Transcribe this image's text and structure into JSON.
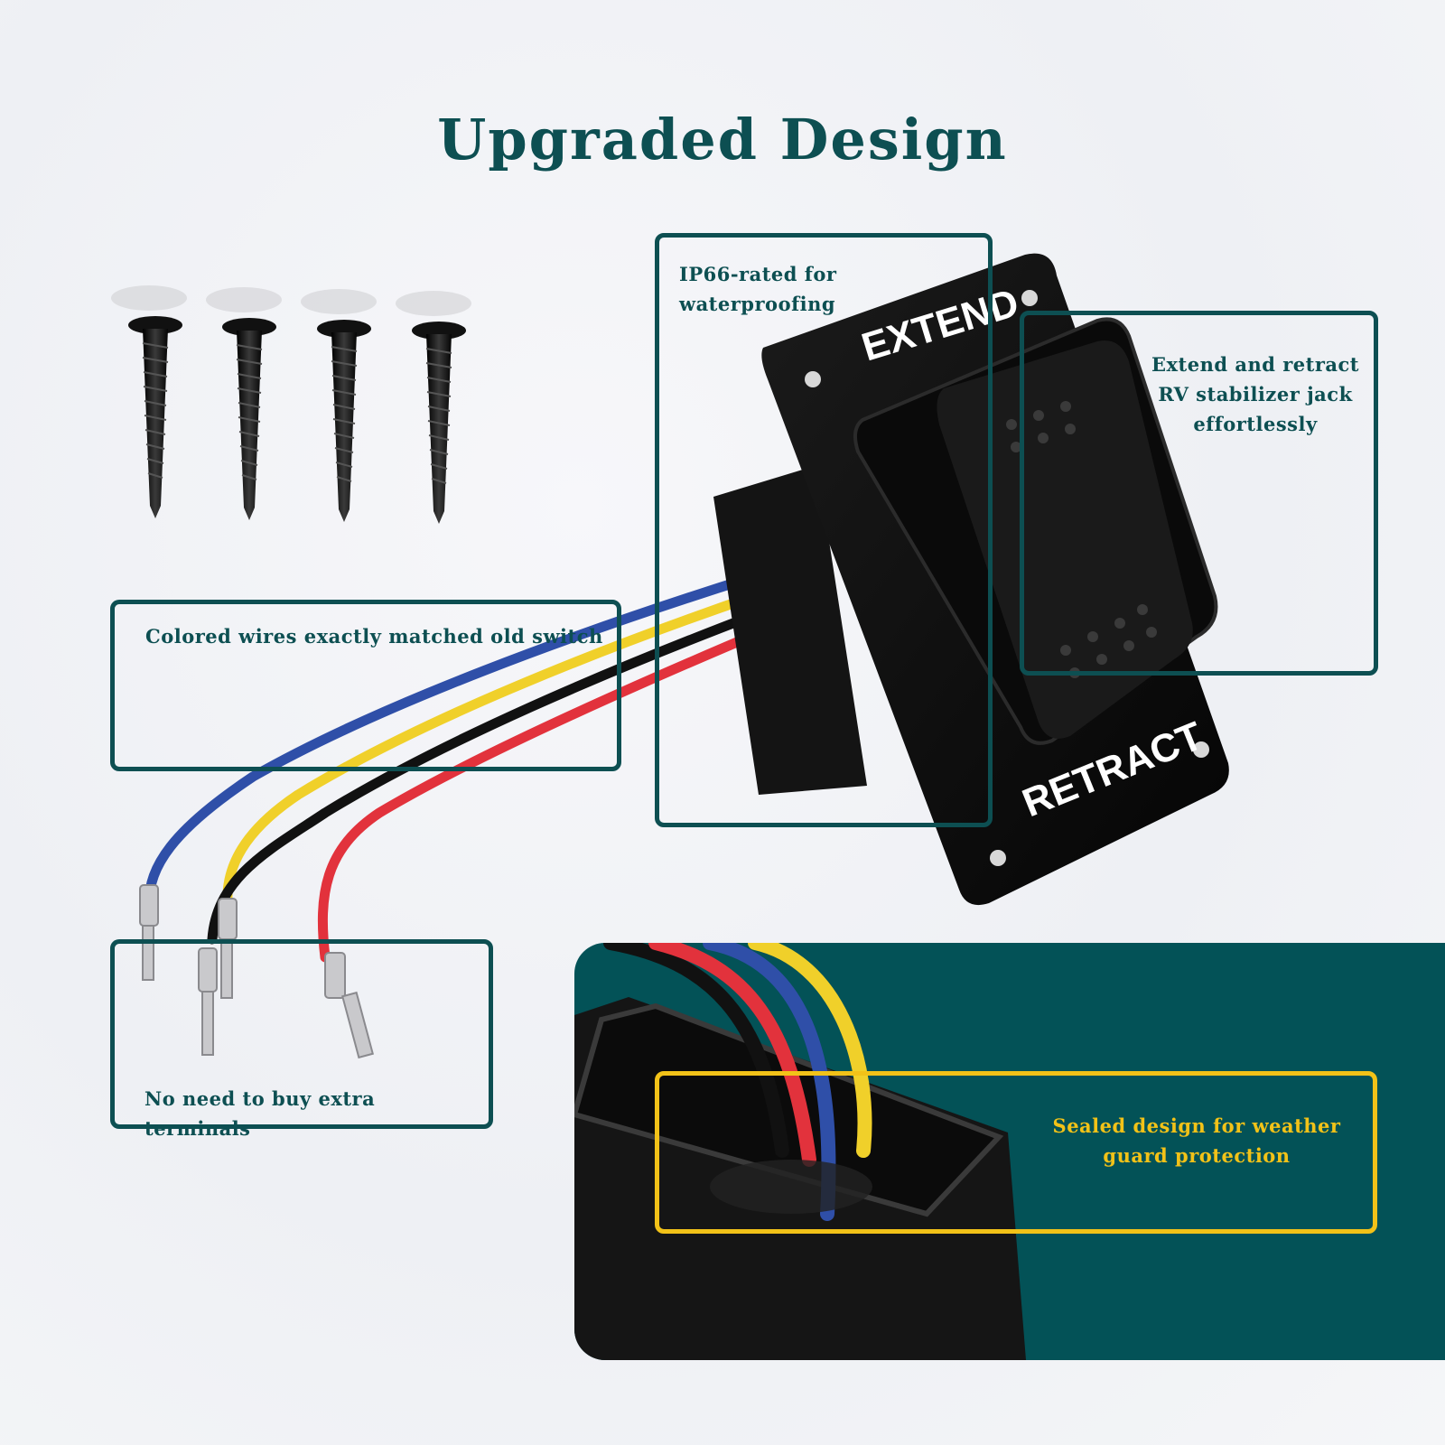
{
  "heading": "Upgraded Design",
  "switch_labels": {
    "top": "EXTEND",
    "bottom": "RETRACT"
  },
  "callouts": {
    "waterproof": {
      "line1": "IP66-rated for",
      "line2": "waterproofing"
    },
    "rv_jack": {
      "line1": "Extend and retract",
      "line2": "RV stabilizer jack",
      "line3": "effortlessly"
    },
    "wires": {
      "text": "Colored wires exactly matched old switch"
    },
    "terminals": {
      "text": "No need to buy extra terminals"
    },
    "sealed": {
      "line1": "Sealed design for weather",
      "line2": "guard protection"
    }
  },
  "colors": {
    "brand_teal": "#0d4f52",
    "panel_teal": "#035257",
    "accent_gold": "#f2c218",
    "wire_blue": "#2f4fa8",
    "wire_yellow": "#f0d02a",
    "wire_black": "#111111",
    "wire_red": "#e2323c"
  }
}
